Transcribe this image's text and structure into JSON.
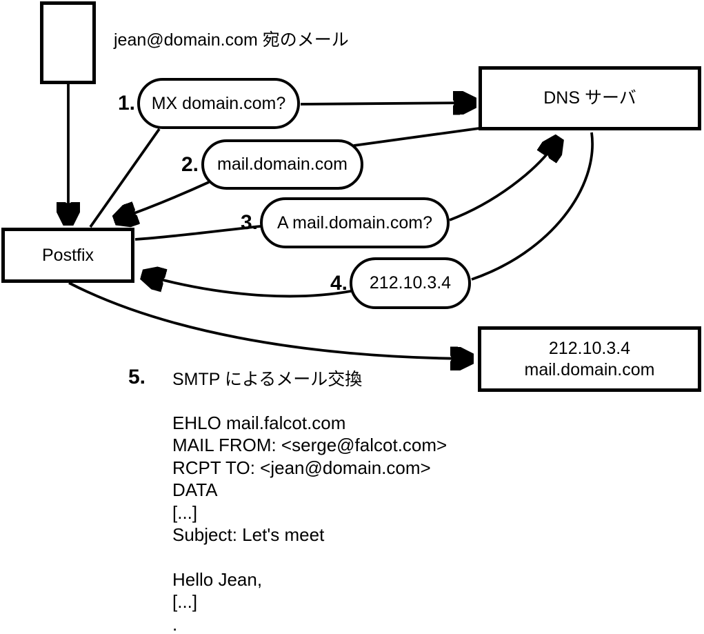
{
  "colors": {
    "ink": "#000000",
    "background": "#ffffff"
  },
  "incoming_mail": {
    "label": "jean@domain.com 宛のメール"
  },
  "nodes": {
    "postfix": {
      "label": "Postfix"
    },
    "dns_server": {
      "label": "DNS サーバ"
    },
    "mail_server": {
      "line1": "212.10.3.4",
      "line2": "mail.domain.com"
    }
  },
  "steps": [
    {
      "num": "1.",
      "label": "MX domain.com?"
    },
    {
      "num": "2.",
      "label": "mail.domain.com"
    },
    {
      "num": "3.",
      "label": "A mail.domain.com?"
    },
    {
      "num": "4.",
      "label": "212.10.3.4"
    },
    {
      "num": "5.",
      "label": "SMTP によるメール交換"
    }
  ],
  "smtp_session": {
    "lines": [
      "EHLO mail.falcot.com",
      "MAIL FROM: <serge@falcot.com>",
      "RCPT TO: <jean@domain.com>",
      "DATA",
      "[...]",
      "Subject: Let's meet",
      "",
      "Hello Jean,",
      "[...]",
      "."
    ]
  }
}
